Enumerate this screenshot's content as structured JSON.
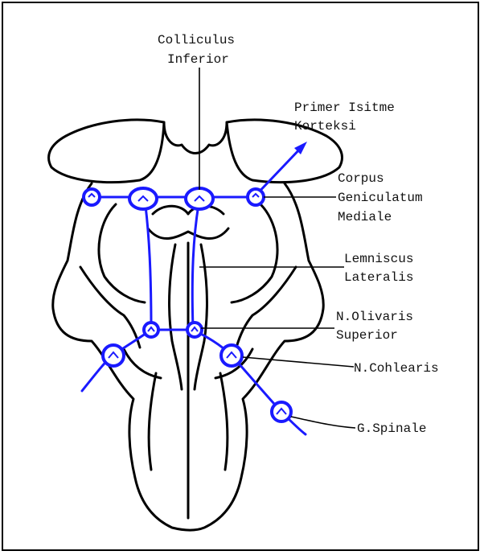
{
  "labels": {
    "colliculus_line1": "Colliculus",
    "colliculus_line2": "Inferior",
    "primer_line1": "Primer Isitme",
    "primer_line2": "Korteksi",
    "corpus_line1": "Corpus",
    "corpus_line2": "Geniculatum",
    "corpus_line3": "Mediale",
    "lemniscus_line1": "Lemniscus",
    "lemniscus_line2": "Lateralis",
    "olivaris_line1": "N.Olivaris",
    "olivaris_line2": "Superior",
    "cochlearis": "N.Cohlearis",
    "spinale": "G.Spinale"
  },
  "colors": {
    "pathway": "#1a1aff",
    "outline": "#000000",
    "background": "#ffffff"
  }
}
